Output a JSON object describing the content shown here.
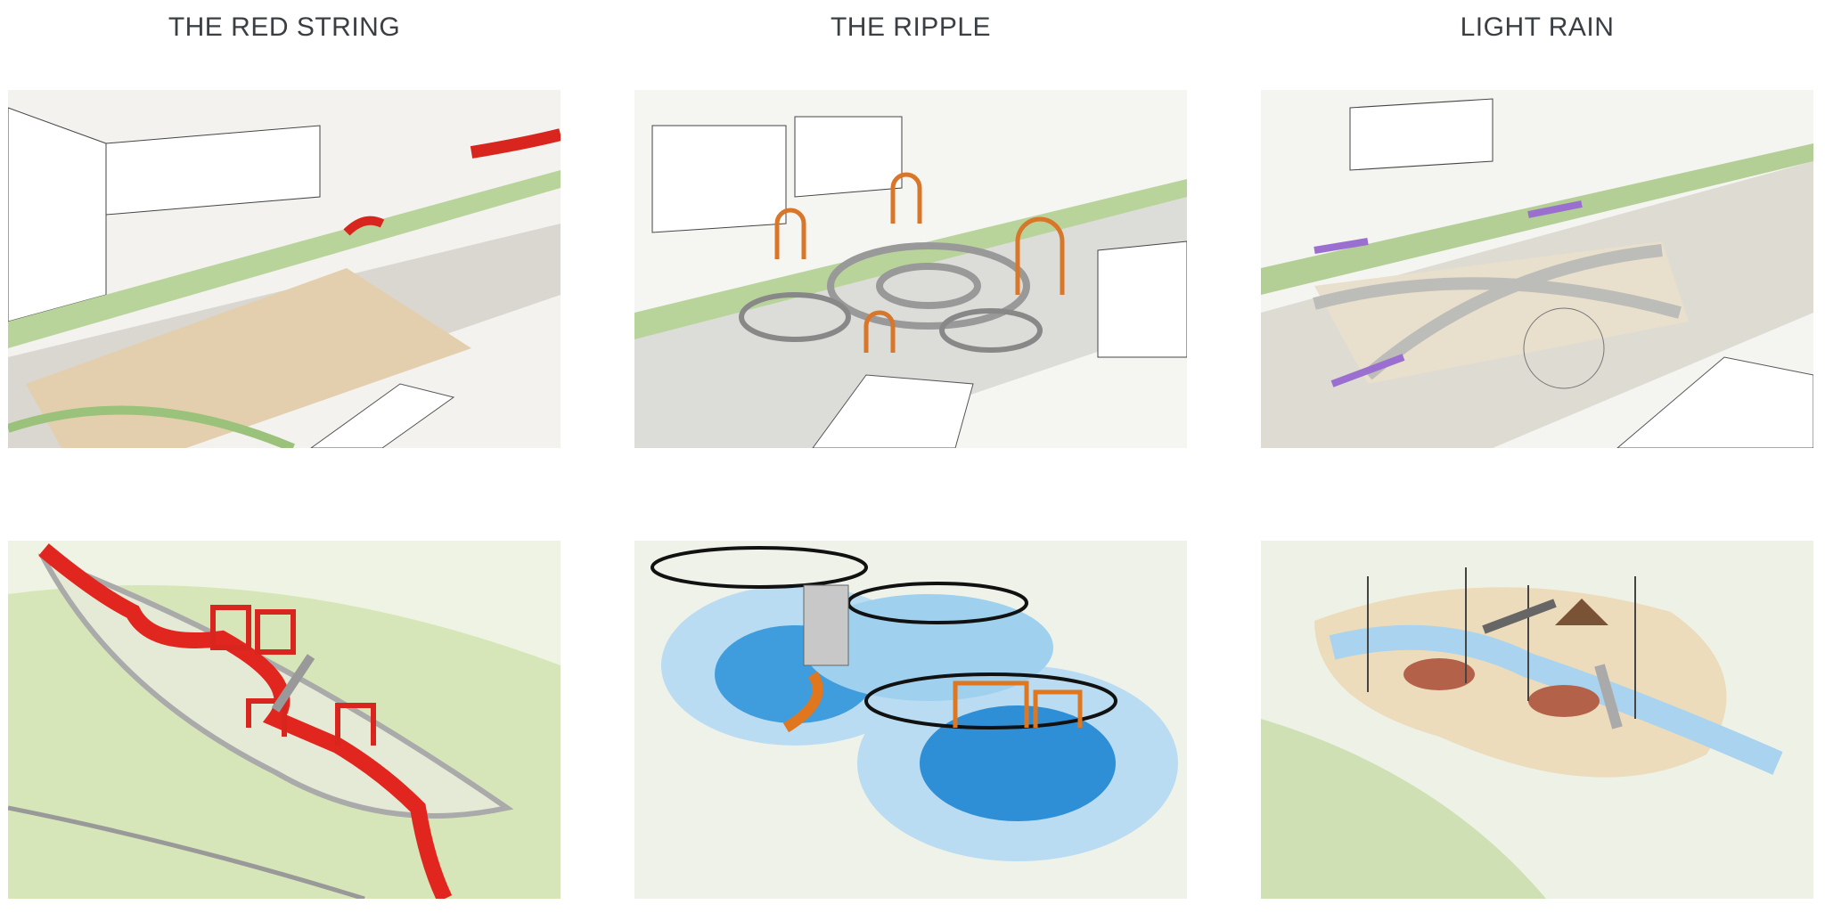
{
  "columns": [
    {
      "title": "THE RED STRING",
      "accent": "#e0261f"
    },
    {
      "title": "THE RIPPLE",
      "accent": "#2f8fd6"
    },
    {
      "title": "LIGHT RAIN",
      "accent": "#8a6fc4"
    }
  ],
  "rows": [
    "streetscape-sketch",
    "playground-sketch"
  ]
}
